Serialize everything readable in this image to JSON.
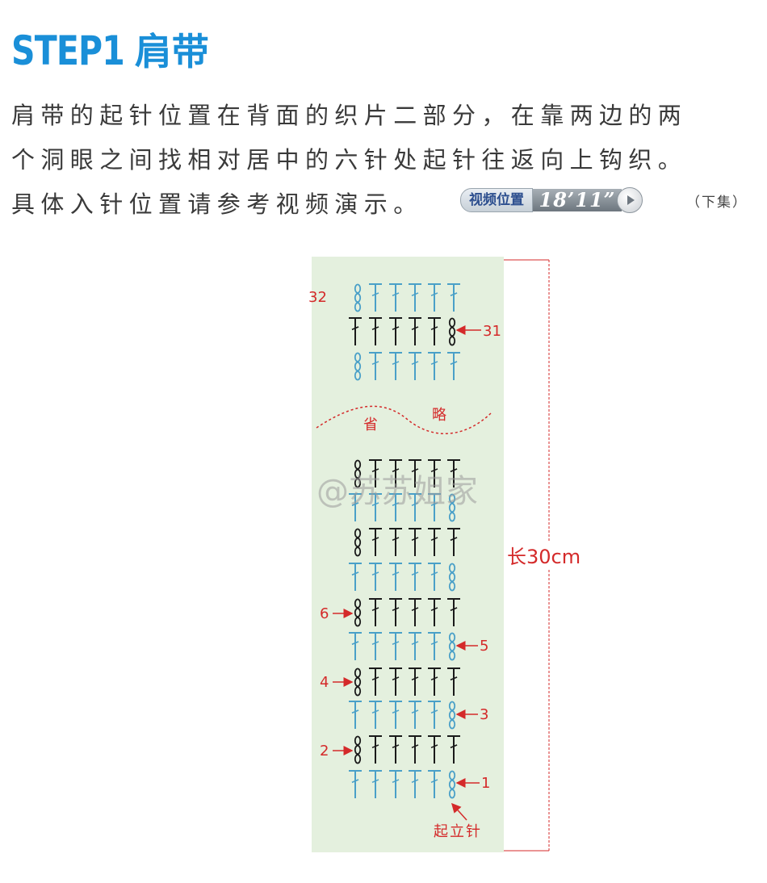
{
  "header": {
    "step_label": "STEP1",
    "step_name": "肩带"
  },
  "description": {
    "line1": "肩带的起针位置在背面的织片二部分，在靠两边的两",
    "line2": "个洞眼之间找相对居中的六针处起针往返向上钩织。",
    "line3": "具体入针位置请参考视频演示。"
  },
  "video_badge": {
    "label": "视频位置",
    "time": "18’11”",
    "part": "（下集）",
    "icon": "play-icon"
  },
  "diagram": {
    "row_labels": {
      "r32": "32",
      "r31": "31",
      "r6": "6",
      "r5": "5",
      "r4": "4",
      "r3": "3",
      "r2": "2",
      "r1": "1"
    },
    "omitted_left": "省",
    "omitted_right": "略",
    "length": "长30cm",
    "start_chain": "起立针",
    "watermark": "@苏苏姐家",
    "colors": {
      "panel": "#e4f0de",
      "odd_row": "#4aa0c8",
      "even_row": "#1a1a1a",
      "annotation": "#d42a2a"
    }
  }
}
